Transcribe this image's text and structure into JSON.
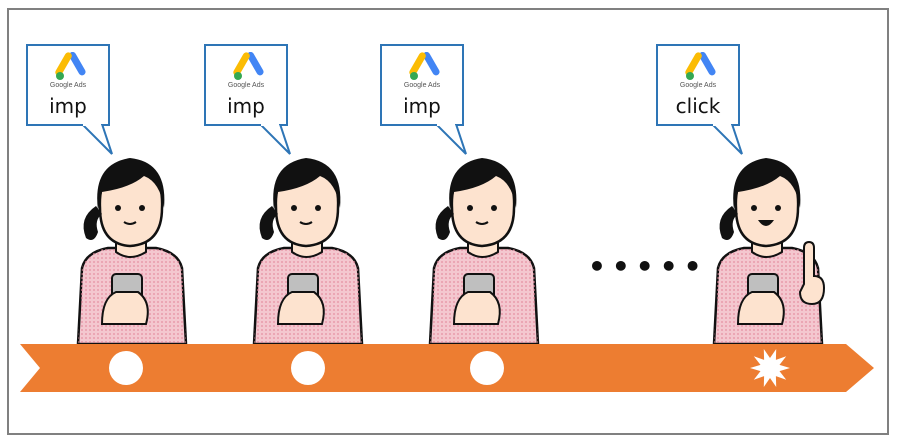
{
  "events": [
    {
      "label": "imp",
      "brand": "Google Ads",
      "marker": "circle"
    },
    {
      "label": "imp",
      "brand": "Google Ads",
      "marker": "circle"
    },
    {
      "label": "imp",
      "brand": "Google Ads",
      "marker": "circle"
    },
    {
      "label": "click",
      "brand": "Google Ads",
      "marker": "burst"
    }
  ],
  "ellipsis": "•••••",
  "colors": {
    "bubble_border": "#2e75b6",
    "timeline": "#ed7d31",
    "frame": "#808080",
    "logo_blue": "#4285f4",
    "logo_yellow": "#fbbc04",
    "logo_green": "#34a853",
    "shirt": "#f4c7cf"
  },
  "icons": [
    "google-ads-logo-icon",
    "woman-with-phone-icon",
    "timeline-arrow-icon",
    "click-burst-icon"
  ]
}
